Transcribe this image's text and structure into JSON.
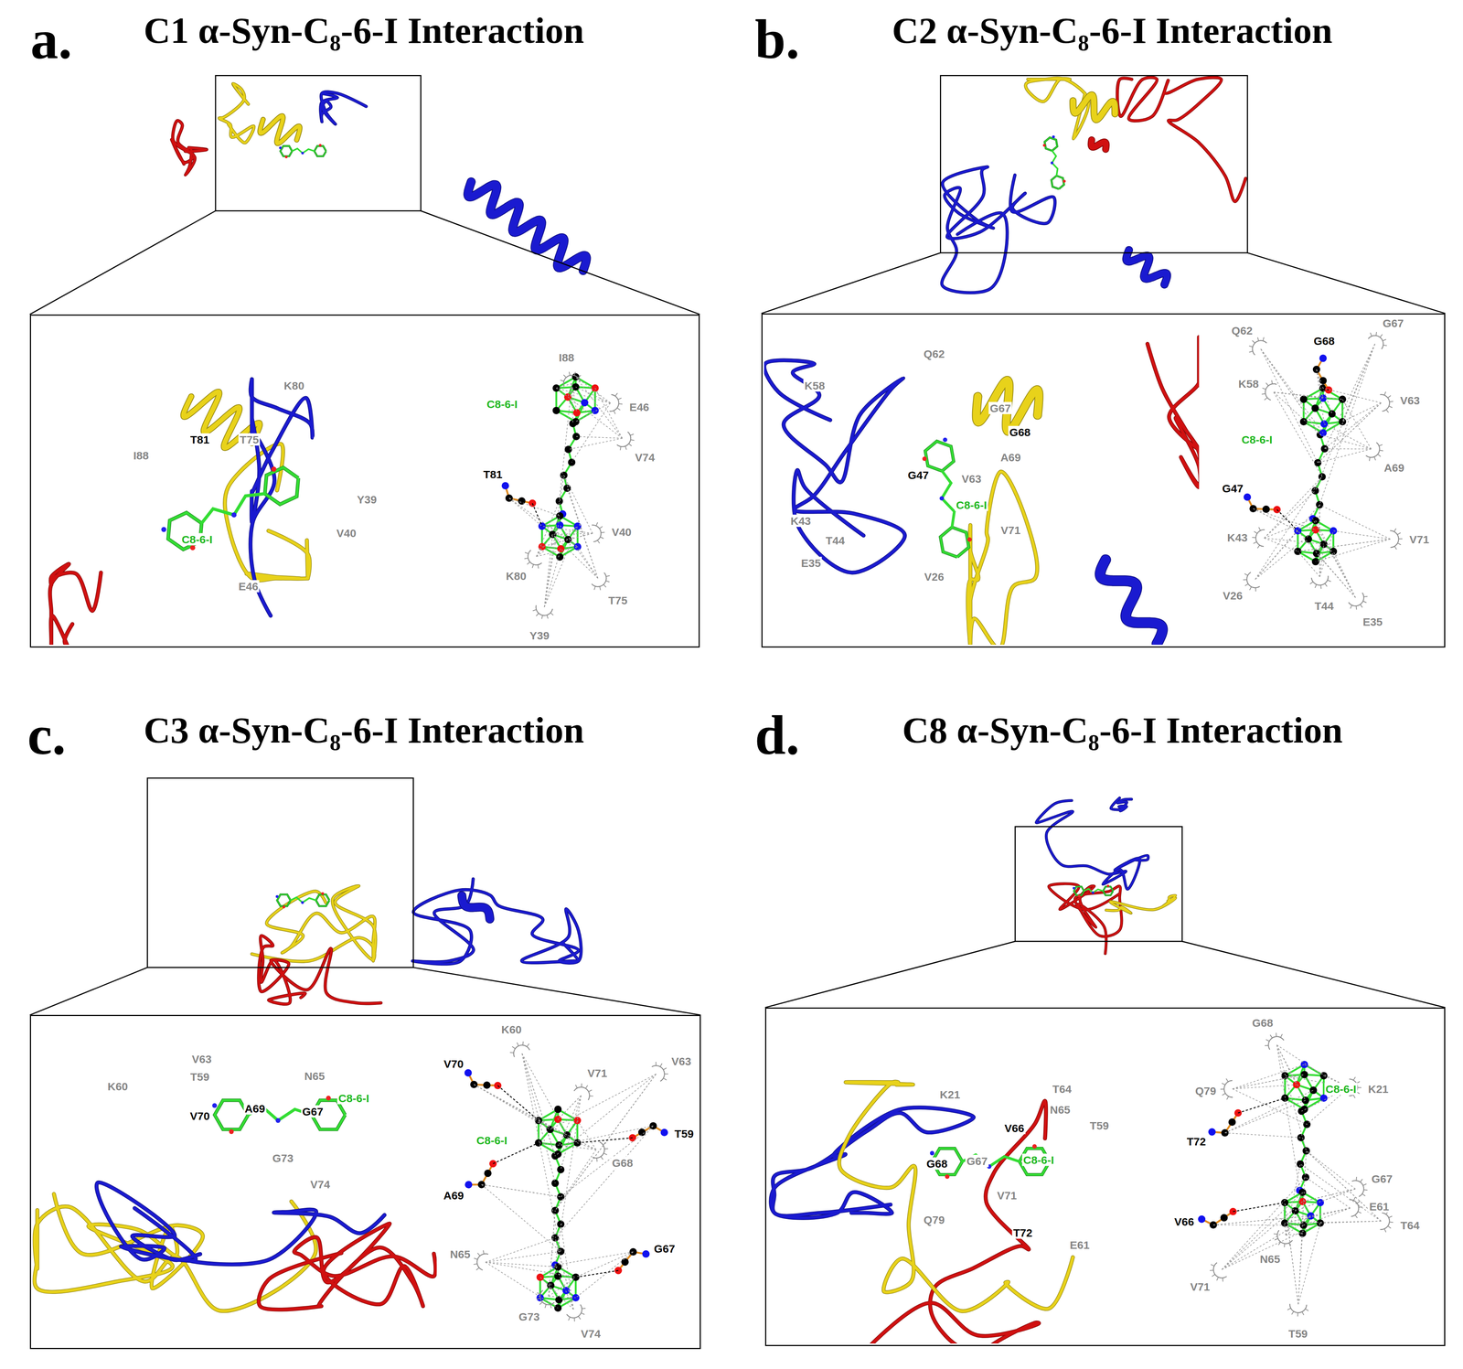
{
  "diagram": {
    "nodes": [
      {
        "text": [
          "K80",
          "T81",
          "T75",
          "I88",
          "Y39",
          "V40",
          "E46",
          "C8-6-I",
          "I88",
          "C8-6-I",
          "E46",
          "V74",
          "T81",
          "V40",
          "K80",
          "T75",
          "Y39"
        ]
      },
      {
        "text": [
          "Q62",
          "K58",
          "G67",
          "G68",
          "G47",
          "V63",
          "A69",
          "C8-6-I",
          "K43",
          "T44",
          "E35",
          "V71",
          "V26",
          "Q62",
          "G68",
          "G67",
          "K58",
          "V63",
          "C8-6-I",
          "A69",
          "G47",
          "K43",
          "V71",
          "V26",
          "T44",
          "E35"
        ]
      },
      {
        "text": [
          "K60",
          "V63",
          "T59",
          "N65",
          "A69",
          "V70",
          "G67",
          "C8-6-I",
          "G73",
          "V74",
          "K60",
          "V63",
          "V71",
          "V70",
          "C8-6-I",
          "T59",
          "G68",
          "A69",
          "N65",
          "G67",
          "G73",
          "V74"
        ]
      },
      {
        "text": [
          "K21",
          "T64",
          "N65",
          "V66",
          "T59",
          "G68",
          "G67",
          "C8-6-I",
          "Q79",
          "V71",
          "E61",
          "T72",
          "G68",
          "C8-6-I",
          "Q79",
          "K21",
          "T72",
          "G67",
          "V66",
          "E61",
          "T64",
          "N65",
          "V71",
          "T59"
        ]
      }
    ],
    "labels": [
      "a.",
      "C1 α-Syn-C₈-6-I Interaction",
      "b.",
      "C2 α-Syn-C₈-6-I Interaction",
      "c.",
      "C3 α-Syn-C₈-6-I Interaction",
      "d.",
      "C8 α-Syn-C₈-6-I Interaction"
    ]
  }
}
